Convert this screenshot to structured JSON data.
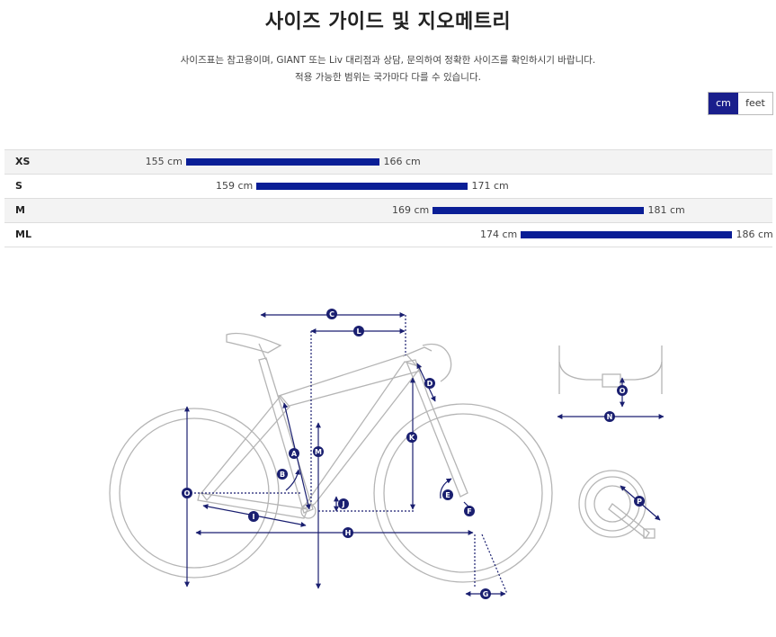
{
  "title": "사이즈 가이드 및 지오메트리",
  "description": {
    "line1": "사이즈표는 참고용이며, GIANT 또는 Liv 대리점과 상담, 문의하여 정확한 사이즈를 확인하시기 바랍니다.",
    "line2": "적용 가능한 범위는 국가마다 다를 수 있습니다."
  },
  "unit_toggle": {
    "cm": "cm",
    "feet": "feet",
    "selected": "cm"
  },
  "sizes": [
    {
      "size": "XS",
      "min": 155,
      "max": 166,
      "min_label": "155 cm",
      "max_label": "166 cm"
    },
    {
      "size": "S",
      "min": 159,
      "max": 171,
      "min_label": "159 cm",
      "max_label": "171 cm"
    },
    {
      "size": "M",
      "min": 169,
      "max": 181,
      "min_label": "169 cm",
      "max_label": "181 cm"
    },
    {
      "size": "ML",
      "min": 174,
      "max": 186,
      "min_label": "174 cm",
      "max_label": "186 cm"
    }
  ],
  "geometry_labels": [
    "A",
    "B",
    "C",
    "D",
    "E",
    "F",
    "G",
    "H",
    "I",
    "J",
    "K",
    "L",
    "M",
    "N",
    "O",
    "O",
    "P"
  ],
  "colors": {
    "accent": "#0a1e96",
    "toggle_active": "#1a1f8c",
    "dimension": "#1a1f70"
  }
}
